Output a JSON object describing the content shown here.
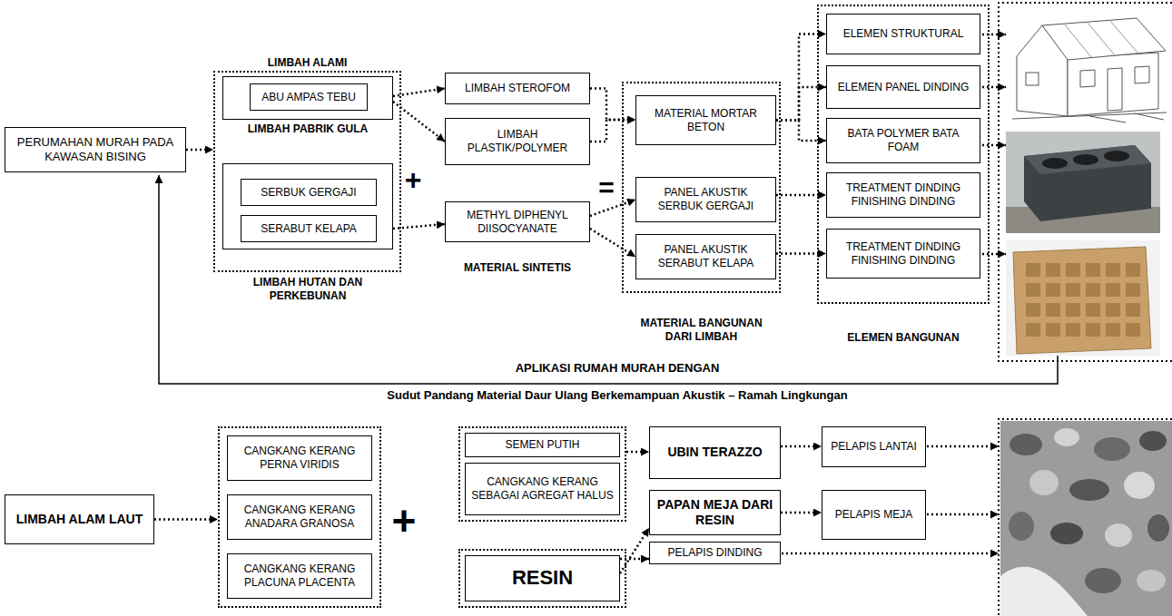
{
  "diagram": {
    "nodes": [
      {
        "text": [
          "PERUMAHAN MURAH PADA KAWASAN BISING"
        ]
      },
      {
        "text": [
          "LIMBAH ALAMI"
        ]
      },
      {
        "text": [
          "LIMBAH PABRIK GULA"
        ],
        "in": 1
      },
      {
        "text": [
          "ABU AMPAS TEBU"
        ],
        "in": 2
      },
      {
        "text": [
          "LIMBAH HUTAN DAN PERKEBUNAN"
        ],
        "in": 1
      },
      {
        "text": [
          "SERBUK GERGAJI"
        ],
        "in": 4
      },
      {
        "text": [
          "SERABUT KELAPA"
        ],
        "in": 4
      },
      {
        "text": [
          "LIMBAH STEROFOM"
        ]
      },
      {
        "text": [
          "LIMBAH PLASTIK/POLYMER"
        ]
      },
      {
        "text": [
          "METHYL DIPHENYL DIISOCYANATE",
          "MATERIAL SINTETIS"
        ]
      },
      {
        "text": [
          "MATERIAL BANGUNAN DARI LIMBAH"
        ]
      },
      {
        "text": [
          "MATERIAL MORTAR BETON"
        ],
        "in": 10
      },
      {
        "text": [
          "PANEL AKUSTIK SERBUK GERGAJI"
        ],
        "in": 10
      },
      {
        "text": [
          "PANEL AKUSTIK SERABUT KELAPA"
        ],
        "in": 10
      },
      {
        "text": [
          "ELEMEN BANGUNAN"
        ]
      },
      {
        "text": [
          "ELEMEN STRUKTURAL"
        ],
        "in": 14
      },
      {
        "text": [
          "ELEMEN PANEL DINDING"
        ],
        "in": 14
      },
      {
        "text": [
          "BATA POLYMER BATA FOAM"
        ],
        "in": 14
      },
      {
        "text": [
          "TREATMENT DINDING FINISHING DINDING"
        ],
        "in": 14
      },
      {
        "text": [
          "TREATMENT DINDING FINISHING DINDING"
        ],
        "in": 14
      },
      {
        "text": [
          "LIMBAH ALAM LAUT"
        ]
      },
      {
        "text": []
      },
      {
        "text": [
          "CANGKANG KERANG PERNA VIRIDIS"
        ],
        "in": 21
      },
      {
        "text": [
          "CANGKANG KERANG ANADARA GRANOSA"
        ],
        "in": 21
      },
      {
        "text": [
          "CANGKANG KERANG PLACUNA PLACENTA"
        ],
        "in": 21
      },
      {
        "text": []
      },
      {
        "text": [
          "SEMEN PUTIH"
        ],
        "in": 25
      },
      {
        "text": [
          "CANGKANG KERANG SEBAGAI AGREGAT HALUS"
        ],
        "in": 25
      },
      {
        "text": []
      },
      {
        "text": [
          "RESIN"
        ],
        "in": 28
      },
      {
        "text": [
          "UBIN TERAZZO"
        ]
      },
      {
        "text": [
          "PAPAN MEJA DARI RESIN"
        ]
      },
      {
        "text": [
          "PELAPIS DINDING"
        ]
      },
      {
        "text": [
          "PELAPIS LANTAI"
        ]
      },
      {
        "text": [
          "PELAPIS MEJA"
        ]
      }
    ],
    "edges": [
      {
        "from": 0,
        "to": 1,
        "arrow": "to"
      },
      {
        "from": 2,
        "to": 7,
        "arrow": "to"
      },
      {
        "from": 2,
        "to": 8,
        "arrow": "to"
      },
      {
        "from": 4,
        "to": 9,
        "arrow": "to"
      },
      {
        "from": 7,
        "to": 11,
        "arrow": "to"
      },
      {
        "from": 8,
        "to": 11,
        "arrow": "to"
      },
      {
        "from": 9,
        "to": 12,
        "arrow": "to"
      },
      {
        "from": 9,
        "to": 13,
        "arrow": "to"
      },
      {
        "from": 11,
        "to": 15,
        "arrow": "to"
      },
      {
        "from": 11,
        "to": 16,
        "arrow": "to"
      },
      {
        "from": 11,
        "to": 17,
        "arrow": "to"
      },
      {
        "from": 12,
        "to": 18,
        "arrow": "to"
      },
      {
        "from": 13,
        "to": 19,
        "arrow": "to"
      },
      {
        "from": 20,
        "to": 21,
        "arrow": "to"
      },
      {
        "from": 25,
        "to": 30,
        "arrow": "to"
      },
      {
        "from": 29,
        "to": 31,
        "arrow": "to"
      },
      {
        "from": 29,
        "to": 32,
        "arrow": "to"
      },
      {
        "from": 30,
        "to": 33,
        "arrow": "to"
      },
      {
        "from": 31,
        "to": 34,
        "arrow": "to"
      }
    ],
    "labels": [
      "+",
      "=",
      "APLIKASI RUMAH MURAH DENGAN",
      "Sudut Pandang Material Daur Ulang Berkemampuan Akustik – Ramah Lingkungan",
      "+"
    ]
  }
}
